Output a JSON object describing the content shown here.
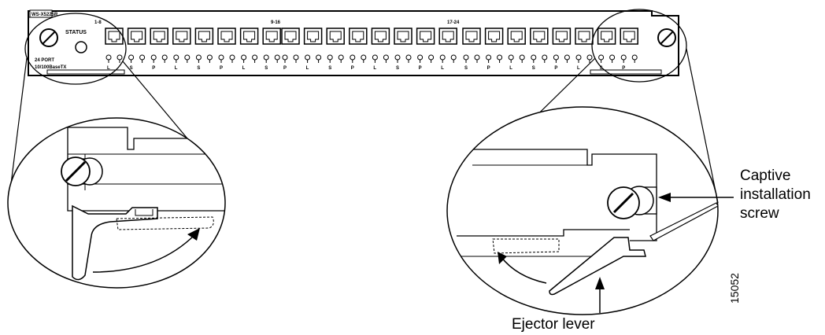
{
  "module": {
    "model": "WS-X5225R",
    "status_label": "STATUS",
    "port_count_label": "24 PORT",
    "speed_label": "10/100BaseTX",
    "group_labels": [
      "1-8",
      "9-16",
      "17-24"
    ],
    "led_labels": [
      "L",
      "S",
      "P"
    ]
  },
  "callouts": {
    "captive_screw": [
      "Captive",
      "installation",
      "screw"
    ],
    "ejector_lever": "Ejector lever"
  },
  "figure_number": "15052"
}
